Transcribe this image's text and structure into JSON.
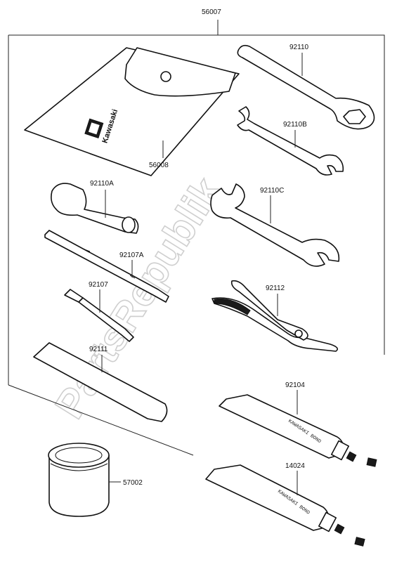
{
  "diagram": {
    "assembly_label": "56007",
    "watermark": "PartsRepublik",
    "kit_brand": "Kawasaki",
    "parts": [
      {
        "id": "56008",
        "label": "56008"
      },
      {
        "id": "92110",
        "label": "92110"
      },
      {
        "id": "92110B",
        "label": "92110B"
      },
      {
        "id": "92110C",
        "label": "92110C"
      },
      {
        "id": "92110A",
        "label": "92110A"
      },
      {
        "id": "92107A",
        "label": "92107A"
      },
      {
        "id": "92107",
        "label": "92107"
      },
      {
        "id": "92112",
        "label": "92112"
      },
      {
        "id": "92111",
        "label": "92111"
      },
      {
        "id": "92104",
        "label": "92104"
      },
      {
        "id": "14024",
        "label": "14024"
      },
      {
        "id": "57002",
        "label": "57002"
      }
    ],
    "tube_text_1": "KAWASAKI BOND",
    "tube_text_2": "KAWASAKI BOND"
  },
  "colors": {
    "ink": "#111111",
    "watermark": "#cfcfcf",
    "background": "#ffffff"
  }
}
